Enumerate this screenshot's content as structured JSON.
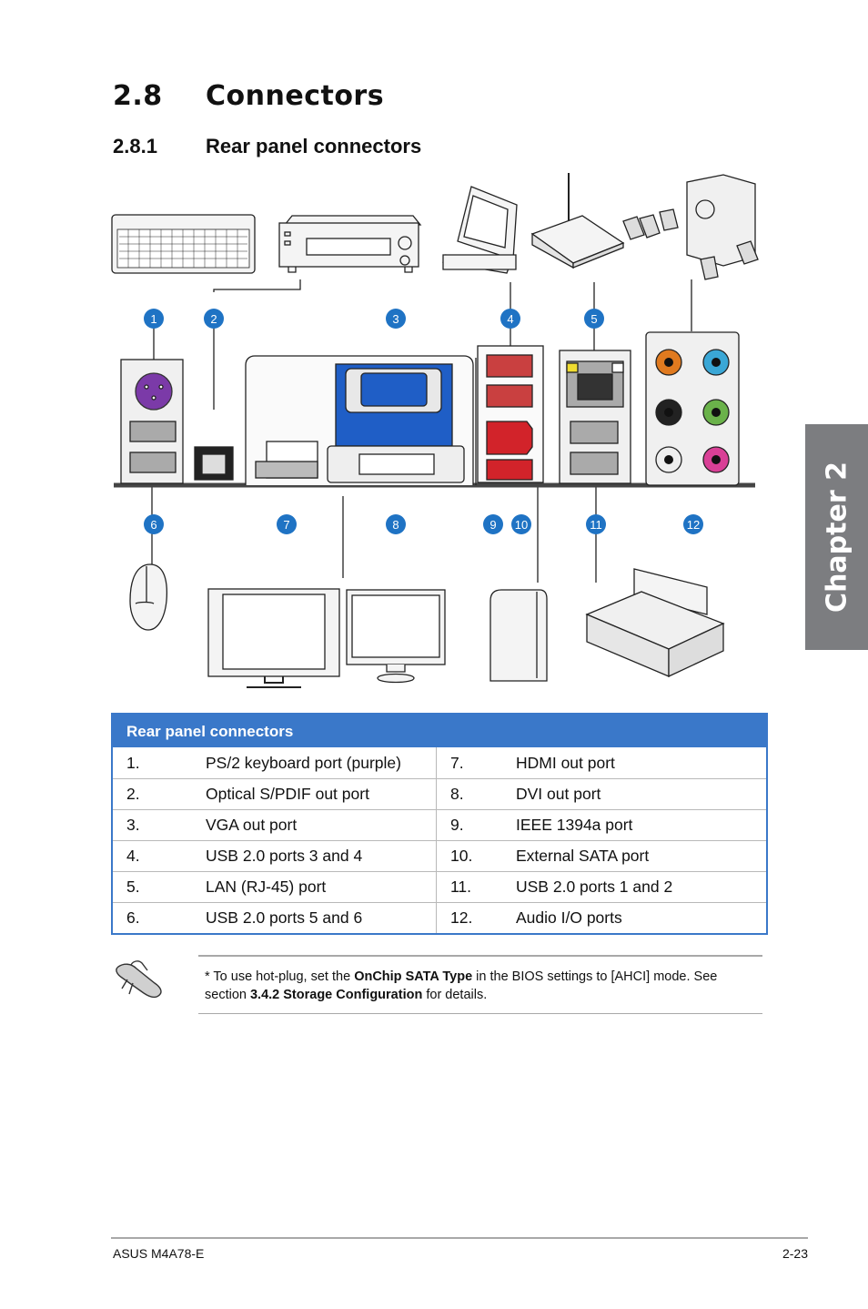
{
  "section": {
    "number": "2.8",
    "title": "Connectors"
  },
  "subsection": {
    "number": "2.8.1",
    "title": "Rear panel connectors"
  },
  "chapter_tab": "Chapter 2",
  "diagram": {
    "callouts": [
      "1",
      "2",
      "3",
      "4",
      "5",
      "6",
      "7",
      "8",
      "9",
      "10",
      "11",
      "12"
    ],
    "devices": [
      "keyboard-icon",
      "audio-receiver-icon",
      "laptop-icon",
      "router-icon",
      "speakers-icon",
      "mouse-icon",
      "hdmi-monitor-icon",
      "dvi-monitor-icon",
      "external-drive-icon",
      "printer-icon"
    ],
    "colors": {
      "callout": "#1f73c4",
      "ps2": "#7b3aa8",
      "ieee": "#d2232a",
      "audio_orange": "#e07a1f",
      "audio_blue": "#3aa7d6",
      "audio_green": "#6ab24a",
      "audio_pink": "#d94096",
      "vga_blue": "#1f5ec6"
    }
  },
  "table": {
    "header": "Rear panel connectors",
    "rows": [
      {
        "left_num": "1.",
        "left_label": "PS/2 keyboard port (purple)",
        "right_num": "7.",
        "right_label": "HDMI out port"
      },
      {
        "left_num": "2.",
        "left_label": "Optical S/PDIF out port",
        "right_num": "8.",
        "right_label": "DVI out port"
      },
      {
        "left_num": "3.",
        "left_label": "VGA out port",
        "right_num": "9.",
        "right_label": "IEEE 1394a port"
      },
      {
        "left_num": "4.",
        "left_label": "USB 2.0 ports 3 and 4",
        "right_num": "10.",
        "right_label": "External SATA port"
      },
      {
        "left_num": "5.",
        "left_label": "LAN (RJ-45) port",
        "right_num": "11.",
        "right_label": "USB 2.0 ports 1 and 2"
      },
      {
        "left_num": "6.",
        "left_label": "USB 2.0 ports 5 and 6",
        "right_num": "12.",
        "right_label": "Audio I/O ports"
      }
    ]
  },
  "note": {
    "icon": "hand-note-icon",
    "prefix": "* To use hot-plug, set the ",
    "bold1": "OnChip SATA Type",
    "mid": " in the BIOS settings to [AHCI] mode. See section ",
    "bold2": "3.4.2 Storage Configuration",
    "suffix": " for details."
  },
  "footer": {
    "left": "ASUS M4A78-E",
    "right": "2-23"
  }
}
